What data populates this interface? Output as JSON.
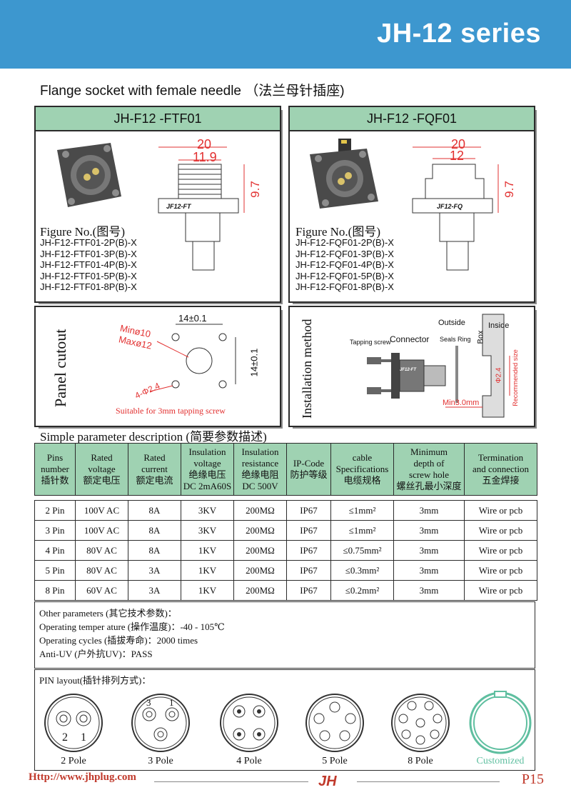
{
  "header": {
    "series_title": "JH-12 series"
  },
  "subtitle": "Flange socket with female needle （法兰母针插座)",
  "products": [
    {
      "model": "JH-F12 -FTF01",
      "body_label": "JF12-FT",
      "dims": {
        "width": "20",
        "inner": "11.9",
        "height": "9.7"
      },
      "figure_label": "Figure No.(图号)",
      "parts": [
        "JH-F12-FTF01-2P(B)-X",
        "JH-F12-FTF01-3P(B)-X",
        "JH-F12-FTF01-4P(B)-X",
        "JH-F12-FTF01-5P(B)-X",
        "JH-F12-FTF01-8P(B)-X"
      ]
    },
    {
      "model": "JH-F12 -FQF01",
      "body_label": "JF12-FQ",
      "dims": {
        "width": "20",
        "inner": "12",
        "height": "9.7"
      },
      "figure_label": "Figure No.(图号)",
      "parts": [
        "JH-F12-FQF01-2P(B)-X",
        "JH-F12-FQF01-3P(B)-X",
        "JH-F12-FQF01-4P(B)-X",
        "JH-F12-FQF01-5P(B)-X",
        "JH-F12-FQF01-8P(B)-X"
      ]
    }
  ],
  "panel_cutout": {
    "title": "Panel cutout",
    "spacing_h": "14±0.1",
    "spacing_v": "14±0.1",
    "min_dia": "Minø10",
    "max_dia": "Maxø12",
    "hole": "4-Φ2.4",
    "note": "Suitable for 3mm tapping screw"
  },
  "installation": {
    "title": "Installation method",
    "outside": "Outside",
    "inside": "Inside",
    "box": "Box",
    "connector": "Connector",
    "tapping_screw": "Tapping screw",
    "seals_ring": "Seals Ring",
    "hole_dia": "Φ2.4",
    "recommended": "Recommended size",
    "min_depth": "Min3.0mm",
    "body_label": "JF12-FT"
  },
  "params_title": "Simple parameter description (简要参数描述)",
  "params_table": {
    "headers": [
      [
        "Pins",
        "number",
        "插针数"
      ],
      [
        "Rated",
        "voltage",
        "额定电压"
      ],
      [
        "Rated",
        "current",
        "额定电流"
      ],
      [
        "Insulation",
        "voltage",
        "绝缘电压",
        "DC 2mA60S"
      ],
      [
        "Insulation",
        "resistance",
        "绝缘电阻",
        "DC 500V"
      ],
      [
        "IP-Code",
        "防护等级"
      ],
      [
        "cable",
        "Specifications",
        "电缆规格"
      ],
      [
        "Minimum",
        "depth of",
        "screw hole",
        "螺丝孔最小深度"
      ],
      [
        "Termination",
        "and connection",
        "五金焊接"
      ]
    ],
    "rows": [
      [
        "2 Pin",
        "100V AC",
        "8A",
        "3KV",
        "200MΩ",
        "IP67",
        "≤1mm²",
        "3mm",
        "Wire or pcb"
      ],
      [
        "3 Pin",
        "100V AC",
        "8A",
        "3KV",
        "200MΩ",
        "IP67",
        "≤1mm²",
        "3mm",
        "Wire or pcb"
      ],
      [
        "4 Pin",
        "80V AC",
        "8A",
        "1KV",
        "200MΩ",
        "IP67",
        "≤0.75mm²",
        "3mm",
        "Wire or pcb"
      ],
      [
        "5 Pin",
        "80V AC",
        "3A",
        "1KV",
        "200MΩ",
        "IP67",
        "≤0.3mm²",
        "3mm",
        "Wire or pcb"
      ],
      [
        "8 Pin",
        "60V AC",
        "3A",
        "1KV",
        "200MΩ",
        "IP67",
        "≤0.2mm²",
        "3mm",
        "Wire or pcb"
      ]
    ]
  },
  "other_params": [
    "Other parameters (其它技术参数)：",
    "Operating temper ature (操作温度)：-40 - 105℃",
    "Operating cycles (插拔寿命)：2000 times",
    "Anti-UV (户外抗UV)：PASS"
  ],
  "pin_layout": {
    "title": "PIN layout(插针排列方式)：",
    "poles": [
      "2 Pole",
      "3 Pole",
      "4 Pole",
      "5 Pole",
      "8 Pole",
      "Customized"
    ],
    "two_pole_nums": [
      "2",
      "1"
    ],
    "three_pole_nums": [
      "3",
      "1"
    ]
  },
  "footer": {
    "url": "Http://www.jhplug.com",
    "logo": "JH",
    "page": "P15"
  },
  "colors": {
    "banner": "#3d97cf",
    "header_green": "#9fd2b2",
    "accent_red": "#c0392b",
    "dim_red": "#e23030",
    "custom_teal": "#5fbfa0"
  }
}
